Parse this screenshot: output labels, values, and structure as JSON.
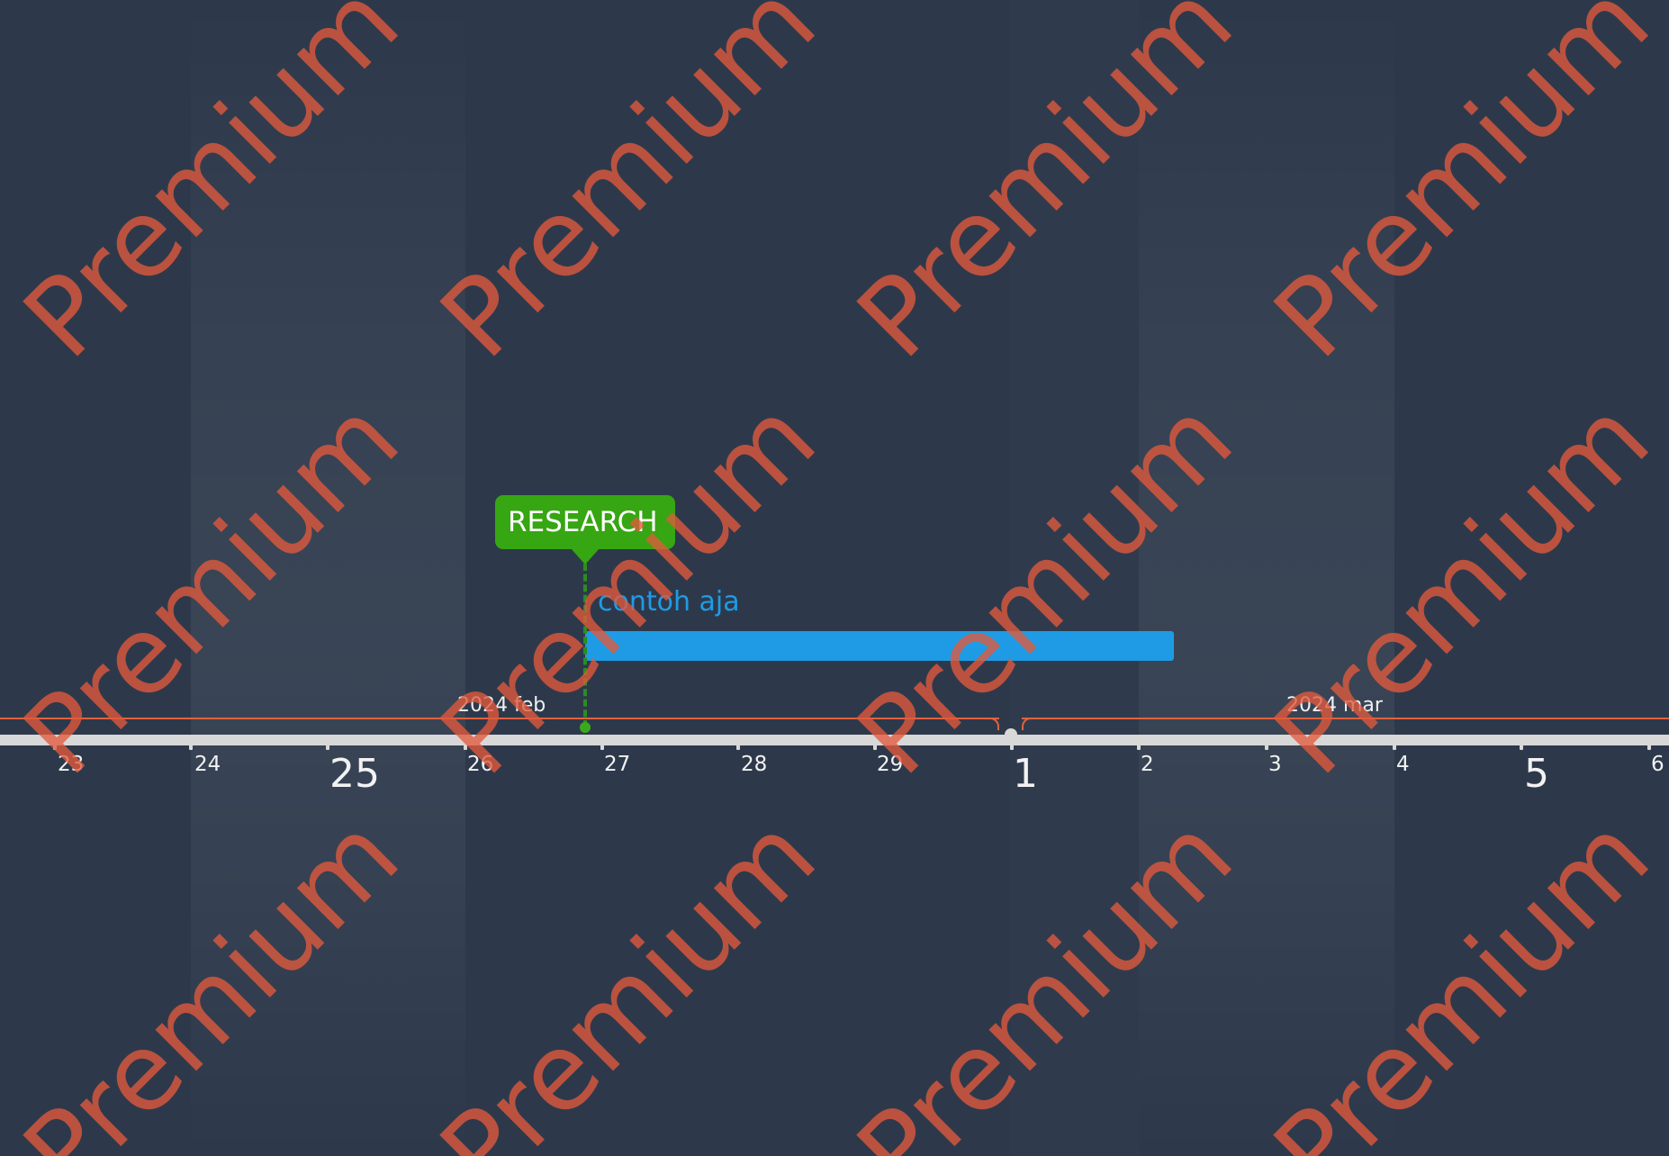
{
  "timeline": {
    "days": [
      {
        "label": "23",
        "big": false
      },
      {
        "label": "24",
        "big": false
      },
      {
        "label": "25",
        "big": true
      },
      {
        "label": "26",
        "big": false
      },
      {
        "label": "27",
        "big": false
      },
      {
        "label": "28",
        "big": false
      },
      {
        "label": "29",
        "big": false
      },
      {
        "label": "1",
        "big": true
      },
      {
        "label": "2",
        "big": false
      },
      {
        "label": "3",
        "big": false
      },
      {
        "label": "4",
        "big": false
      },
      {
        "label": "5",
        "big": true
      },
      {
        "label": "6",
        "big": false
      }
    ],
    "months": [
      {
        "label": "2024 feb"
      },
      {
        "label": "2024 mar"
      }
    ]
  },
  "milestone": {
    "label": "RESEARCH",
    "color": "#36a612"
  },
  "task": {
    "label": "contoh aja",
    "color": "#1e9be4"
  },
  "watermark": {
    "text": "Premium",
    "color": "#e25a3c"
  },
  "colors": {
    "background": "#2d394b",
    "axis": "#d8d8d8",
    "bracket": "#e0623d"
  }
}
